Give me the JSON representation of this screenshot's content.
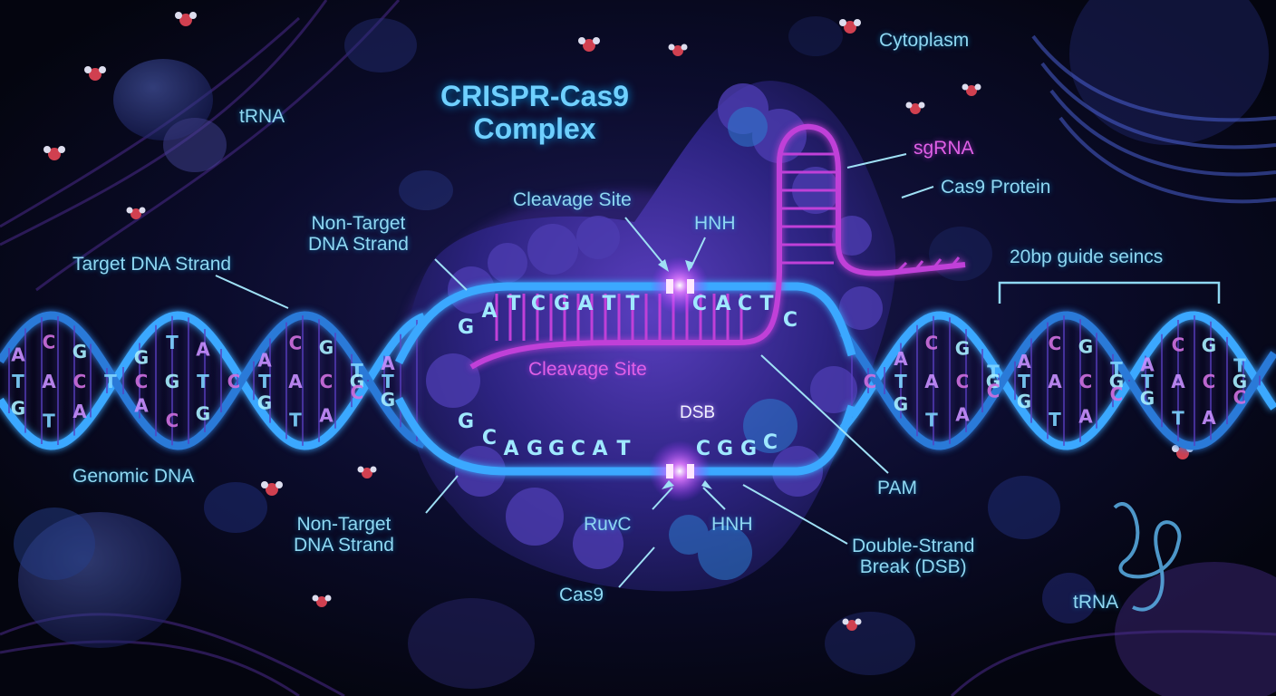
{
  "diagram": {
    "title": "CRISPR-Cas9\nComplex",
    "labels": {
      "cytoplasm": "Cytoplasm",
      "trna_top": "tRNA",
      "trna_bottom": "tRNA",
      "sgrna": "sgRNA",
      "cas9_protein": "Cas9 Protein",
      "cleavage_site_top": "Cleavage Site",
      "hnh_top": "HNH",
      "non_target_top": "Non-Target\nDNA Strand",
      "target_strand": "Target DNA Strand",
      "guide_seq": "20bp guide seincs",
      "cleavage_site_mid": "Cleavage Site",
      "dsb": "DSB",
      "genomic_dna": "Genomic DNA",
      "pam": "PAM",
      "non_target_bottom": "Non-Target\nDNA Strand",
      "ruvc": "RuvC",
      "hnh_bottom": "HNH",
      "double_strand_break": "Double-Strand\nBreak (DSB)",
      "cas9": "Cas9"
    },
    "upper_strand_bases": [
      "G",
      "A",
      "T",
      "C",
      "G",
      "A",
      "T",
      "T",
      "C",
      "A",
      "C",
      "T",
      "C"
    ],
    "lower_strand_bases": [
      "G",
      "C",
      "A",
      "G",
      "G",
      "C",
      "A",
      "T",
      "C",
      "G",
      "G",
      "C"
    ]
  },
  "colors": {
    "background": "#05071a",
    "dna_strand": "#3aa8ff",
    "label_cyan": "#8fd8f2",
    "label_magenta": "#e060e6",
    "rna_magenta": "#c040d8",
    "protein_purple": "#3a2a8a",
    "cut_glow": "#d070ff"
  }
}
